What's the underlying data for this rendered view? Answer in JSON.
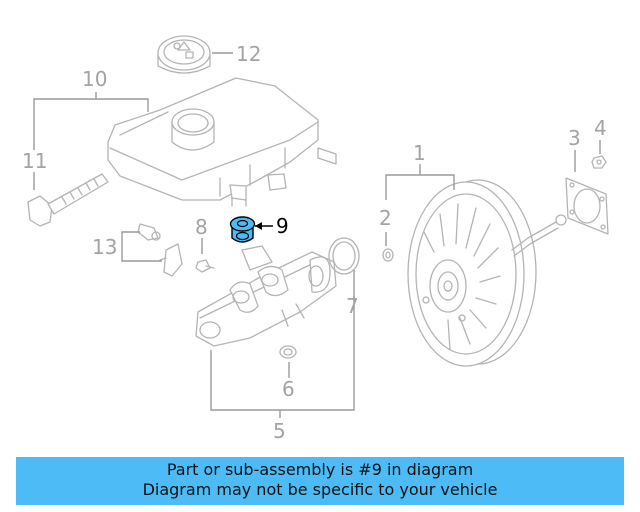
{
  "diagram": {
    "callouts": [
      "1",
      "2",
      "3",
      "4",
      "5",
      "6",
      "7",
      "8",
      "9",
      "10",
      "11",
      "12",
      "13"
    ],
    "highlight_color": "#4cbbf6"
  },
  "banner": {
    "line1": "Part or sub-assembly is #9 in diagram",
    "line2": "Diagram may not be specific to your vehicle",
    "color": "#4cbbf6"
  }
}
